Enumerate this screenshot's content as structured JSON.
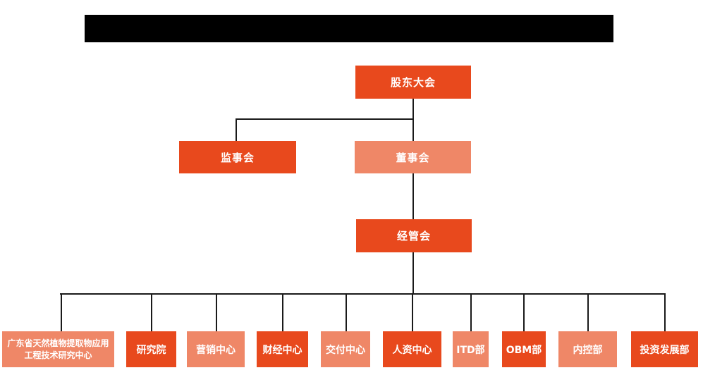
{
  "colors": {
    "box_dark": "#e8491d",
    "box_light": "#ef8767",
    "line": "#1a1a1a",
    "title_bar": "#000000",
    "box_text": "#ffffff",
    "background": "#ffffff"
  },
  "org": {
    "shareholders": {
      "label": "股东大会"
    },
    "supervisory": {
      "label": "监事会"
    },
    "board": {
      "label": "董事会"
    },
    "management": {
      "label": "经管会"
    },
    "departments": [
      {
        "label": "广东省天然植物提取物应用工程技术研究中心"
      },
      {
        "label": "研究院"
      },
      {
        "label": "营销中心"
      },
      {
        "label": "财经中心"
      },
      {
        "label": "交付中心"
      },
      {
        "label": "人资中心"
      },
      {
        "label": "ITD部"
      },
      {
        "label": "OBM部"
      },
      {
        "label": "内控部"
      },
      {
        "label": "投资发展部"
      }
    ]
  }
}
